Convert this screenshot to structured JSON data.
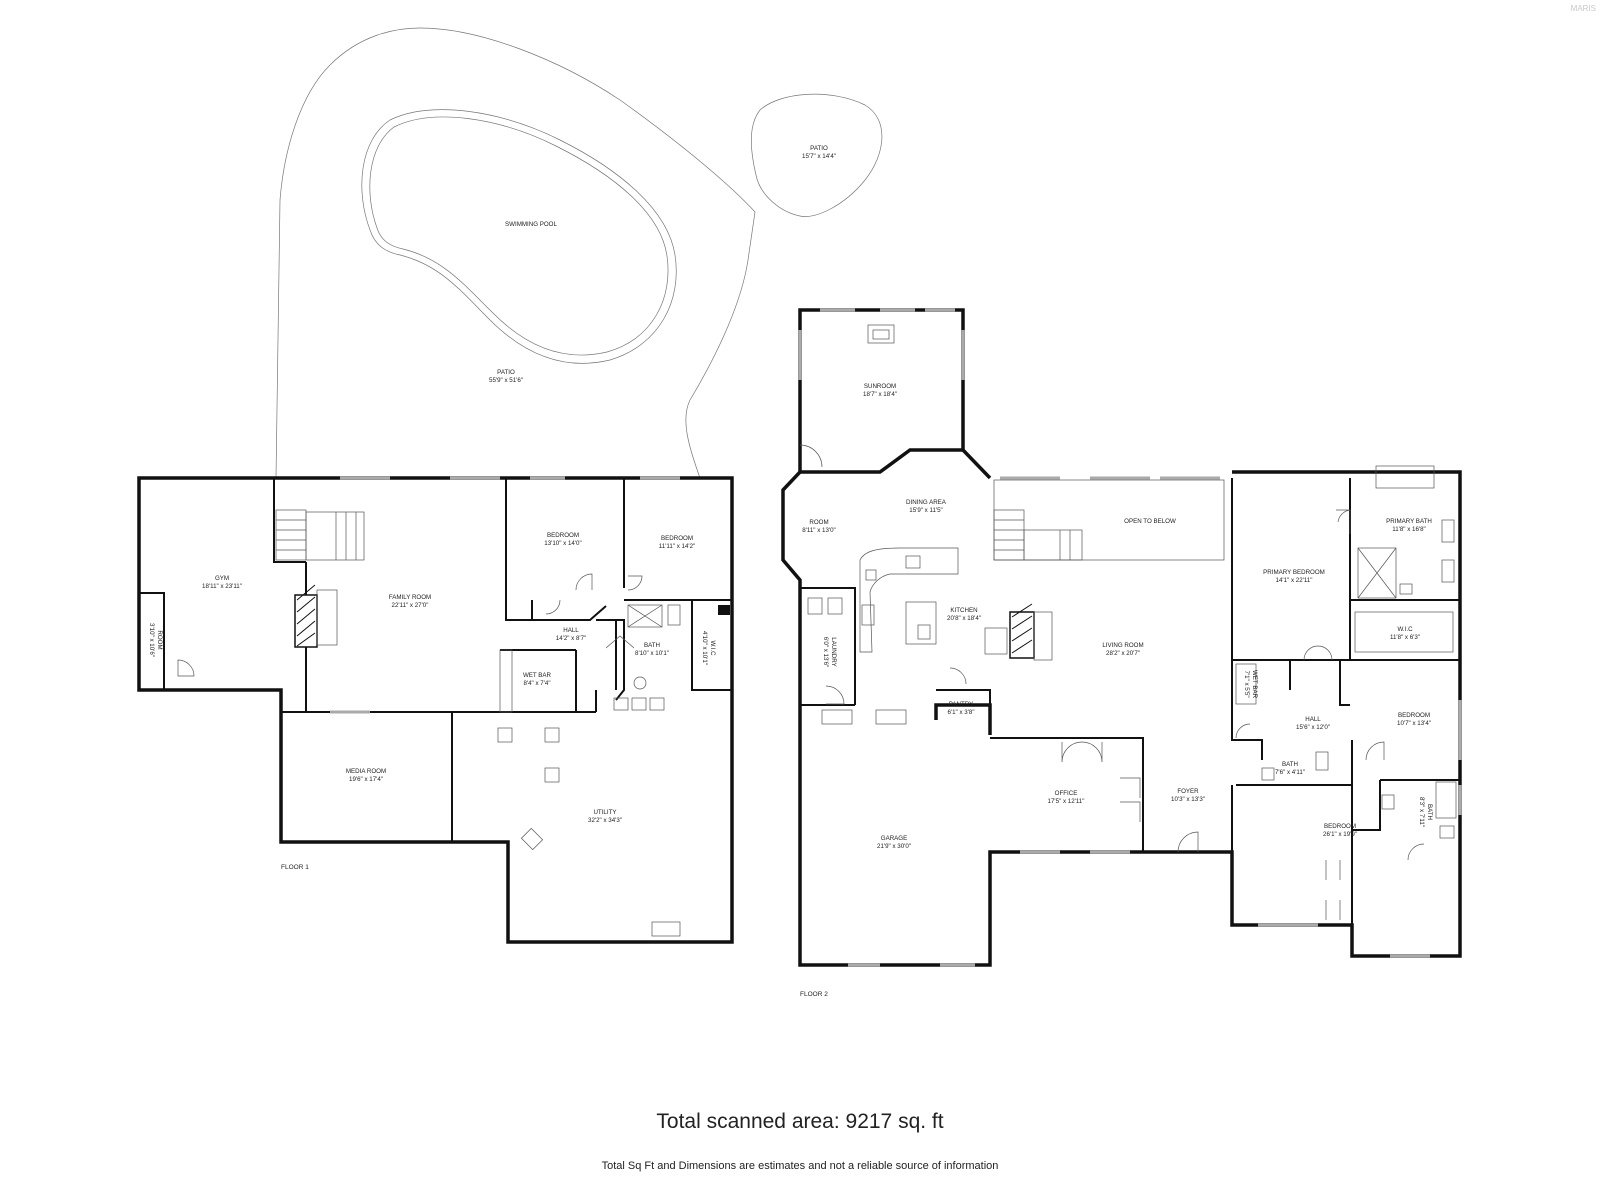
{
  "watermark": "MARIS",
  "floors": [
    {
      "id": "floor1",
      "label": "FLOOR 1"
    },
    {
      "id": "floor2",
      "label": "FLOOR 2"
    }
  ],
  "rooms": {
    "pool": {
      "name": "SWIMMING POOL",
      "dims": ""
    },
    "patio_large": {
      "name": "PATIO",
      "dims": "55'9\" x 51'6\""
    },
    "patio_small": {
      "name": "PATIO",
      "dims": "15'7\" x 14'4\""
    },
    "gym": {
      "name": "GYM",
      "dims": "18'11\" x 23'11\""
    },
    "room_f1": {
      "name": "ROOM",
      "dims": "3'10\" x 10'6\""
    },
    "family_room": {
      "name": "FAMILY ROOM",
      "dims": "22'11\" x 27'0\""
    },
    "bedroom_f1a": {
      "name": "BEDROOM",
      "dims": "13'10\" x 14'0\""
    },
    "bedroom_f1b": {
      "name": "BEDROOM",
      "dims": "11'11\" x 14'2\""
    },
    "hall_f1": {
      "name": "HALL",
      "dims": "14'2\" x 8'7\""
    },
    "wetbar_f1": {
      "name": "WET BAR",
      "dims": "8'4\" x 7'4\""
    },
    "bath_f1": {
      "name": "BATH",
      "dims": "8'10\" x 10'1\""
    },
    "wic_f1": {
      "name": "W.I.C",
      "dims": "4'10\" x 10'1\""
    },
    "media_room": {
      "name": "MEDIA ROOM",
      "dims": "19'6\" x 17'4\""
    },
    "utility": {
      "name": "UTILITY",
      "dims": "32'2\" x 34'3\""
    },
    "sunroom": {
      "name": "SUNROOM",
      "dims": "18'7\" x 18'4\""
    },
    "dining_area": {
      "name": "DINING AREA",
      "dims": "15'9\" x 11'5\""
    },
    "room_f2": {
      "name": "ROOM",
      "dims": "8'11\" x 13'0\""
    },
    "open_to_below": {
      "name": "OPEN TO BELOW",
      "dims": ""
    },
    "kitchen": {
      "name": "KITCHEN",
      "dims": "20'8\" x 18'4\""
    },
    "laundry": {
      "name": "LAUNDRY",
      "dims": "6'0\" x 13'6\""
    },
    "living_room": {
      "name": "LIVING ROOM",
      "dims": "28'2\" x 20'7\""
    },
    "pantry": {
      "name": "PANTRY",
      "dims": "6'1\" x 3'8\""
    },
    "primary_bedroom": {
      "name": "PRIMARY BEDROOM",
      "dims": "14'1\" x 22'11\""
    },
    "primary_bath": {
      "name": "PRIMARY BATH",
      "dims": "11'8\" x 16'8\""
    },
    "wic_f2": {
      "name": "W.I.C",
      "dims": "11'8\" x 6'3\""
    },
    "wetbar_f2": {
      "name": "WET BAR",
      "dims": "7'1\" x 5'5\""
    },
    "hall_f2": {
      "name": "HALL",
      "dims": "15'6\" x 12'0\""
    },
    "bedroom_f2a": {
      "name": "BEDROOM",
      "dims": "10'7\" x 13'4\""
    },
    "bath_f2a": {
      "name": "BATH",
      "dims": "7'6\" x 4'11\""
    },
    "bath_f2b": {
      "name": "BATH",
      "dims": "8'3\" x 7'11\""
    },
    "office": {
      "name": "OFFICE",
      "dims": "17'5\" x 12'11\""
    },
    "foyer": {
      "name": "FOYER",
      "dims": "10'3\" x 13'3\""
    },
    "garage": {
      "name": "GARAGE",
      "dims": "21'9\" x 30'0\""
    },
    "bedroom_f2b": {
      "name": "BEDROOM",
      "dims": "26'1\" x 19'9\""
    }
  },
  "summary": {
    "total": "Total scanned area: 9217 sq. ft",
    "disclaimer": "Total Sq Ft and Dimensions are estimates and not a reliable source of information"
  }
}
